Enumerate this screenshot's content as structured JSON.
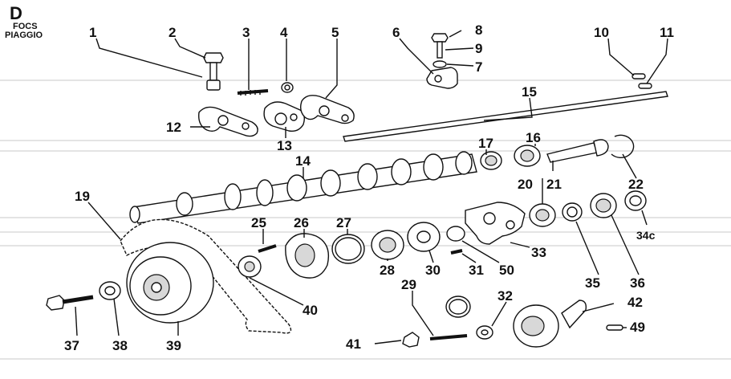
{
  "header": {
    "letter": "D",
    "line1": "FOCS",
    "line2": "PIAGGIO"
  },
  "callouts": [
    "1",
    "2",
    "3",
    "4",
    "5",
    "6",
    "7",
    "8",
    "9",
    "10",
    "11",
    "12",
    "13",
    "14",
    "15",
    "16",
    "17",
    "19",
    "20",
    "21",
    "22",
    "25",
    "26",
    "27",
    "28",
    "29",
    "30",
    "31",
    "32",
    "33",
    "34c",
    "35",
    "36",
    "37",
    "38",
    "39",
    "40",
    "41",
    "42",
    "49",
    "50"
  ]
}
